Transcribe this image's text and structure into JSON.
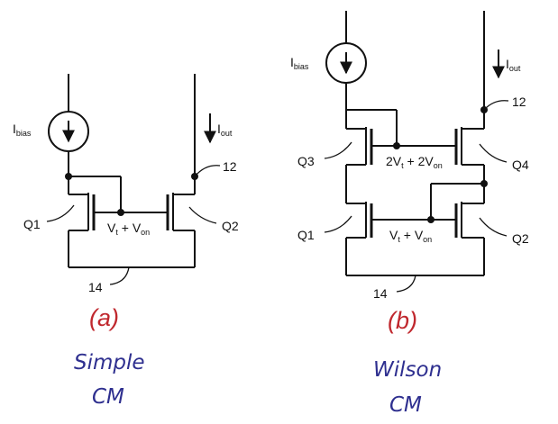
{
  "circuit_a": {
    "bias_label": "I",
    "bias_sub": "bias",
    "out_label": "I",
    "out_sub": "out",
    "node_out": "12",
    "node_gnd": "14",
    "q1": "Q1",
    "q2": "Q2",
    "vgs": "V",
    "vgs_sub1": "t",
    "vgs_mid": " + V",
    "vgs_sub2": "on"
  },
  "circuit_b": {
    "bias_label": "I",
    "bias_sub": "bias",
    "out_label": "I",
    "out_sub": "out",
    "node_out": "12",
    "node_gnd": "14",
    "q1": "Q1",
    "q2": "Q2",
    "q3": "Q3",
    "q4": "Q4",
    "vtop": "2V",
    "vtop_sub1": "t",
    "vtop_mid": " + 2V",
    "vtop_sub2": "on",
    "vbot": "V",
    "vbot_sub1": "t",
    "vbot_mid": " + V",
    "vbot_sub2": "on"
  },
  "captions": {
    "a_letter": "(a)",
    "a_line1": "Simple",
    "a_line2": "CM",
    "b_letter": "(b)",
    "b_line1": "Wilson",
    "b_line2": "CM"
  },
  "colors": {
    "caption_letter": "#c0282e",
    "caption_name": "#2e2f8f",
    "wire": "#111111"
  },
  "icons": [
    "current-source-icon",
    "arrow-down-icon"
  ]
}
